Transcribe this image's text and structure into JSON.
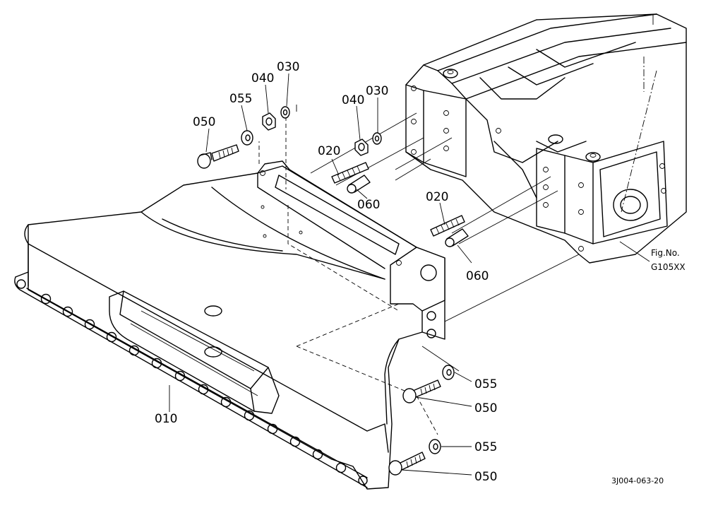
{
  "diagram": {
    "callouts": [
      {
        "id": "050-top",
        "text": "050"
      },
      {
        "id": "055-top",
        "text": "055"
      },
      {
        "id": "040-top",
        "text": "040"
      },
      {
        "id": "030-top",
        "text": "030"
      },
      {
        "id": "040-mid",
        "text": "040"
      },
      {
        "id": "030-mid",
        "text": "030"
      },
      {
        "id": "020-left",
        "text": "020"
      },
      {
        "id": "060-left",
        "text": "060"
      },
      {
        "id": "020-right",
        "text": "020"
      },
      {
        "id": "060-right",
        "text": "060"
      },
      {
        "id": "010",
        "text": "010"
      },
      {
        "id": "055-lower",
        "text": "055"
      },
      {
        "id": "050-lower",
        "text": "050"
      },
      {
        "id": "055-bottom",
        "text": "055"
      },
      {
        "id": "050-bottom",
        "text": "050"
      }
    ],
    "fig_ref": {
      "line1": "Fig.No.",
      "line2": "G105XX"
    },
    "drawing_number": "3J004-063-20"
  }
}
